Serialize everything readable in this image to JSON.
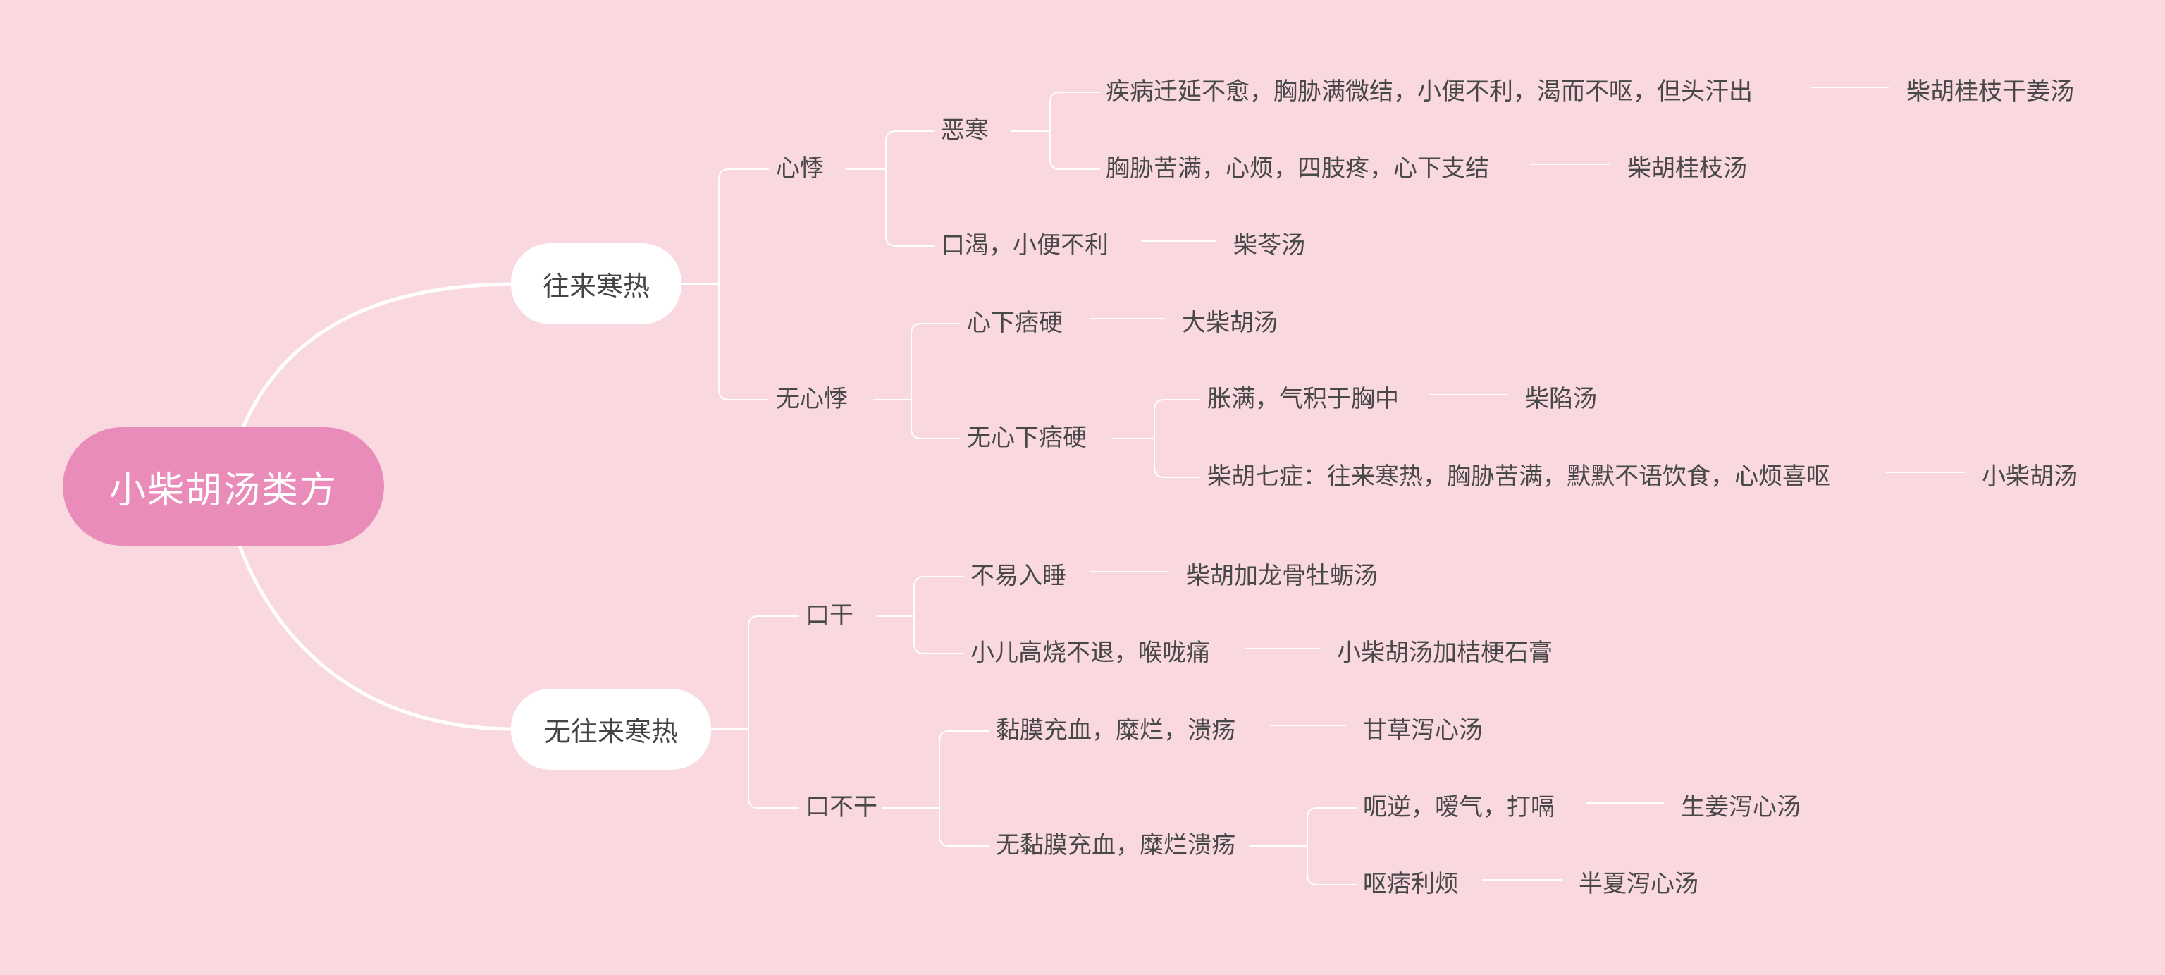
{
  "colors": {
    "background": "#f9d8e0",
    "root_fill": "#ea8cba",
    "branch_fill": "#ffffff",
    "connector": "#ffffff",
    "text": "#484848"
  },
  "mindmap": {
    "root": "小柴胡汤类方",
    "branches": [
      {
        "label": "往来寒热",
        "children": [
          {
            "label": "心悸",
            "children": [
              {
                "label": "恶寒",
                "children": [
                  {
                    "label": "疾病迁延不愈，胸胁满微结，小便不利，渴而不呕，但头汗出",
                    "result": "柴胡桂枝干姜汤"
                  },
                  {
                    "label": "胸胁苦满，心烦，四肢疼，心下支结",
                    "result": "柴胡桂枝汤"
                  }
                ]
              },
              {
                "label": "口渴，小便不利",
                "result": "柴苓汤"
              }
            ]
          },
          {
            "label": "无心悸",
            "children": [
              {
                "label": "心下痞硬",
                "result": "大柴胡汤"
              },
              {
                "label": "无心下痞硬",
                "children": [
                  {
                    "label": "胀满，气积于胸中",
                    "result": "柴陷汤"
                  },
                  {
                    "label": "柴胡七症：往来寒热，胸胁苦满，默默不语饮食，心烦喜呕",
                    "result": "小柴胡汤"
                  }
                ]
              }
            ]
          }
        ]
      },
      {
        "label": "无往来寒热",
        "children": [
          {
            "label": "口干",
            "children": [
              {
                "label": "不易入睡",
                "result": "柴胡加龙骨牡蛎汤"
              },
              {
                "label": "小儿高烧不退，喉咙痛",
                "result": "小柴胡汤加桔梗石膏"
              }
            ]
          },
          {
            "label": "口不干",
            "children": [
              {
                "label": "黏膜充血，糜烂，溃疡",
                "result": "甘草泻心汤"
              },
              {
                "label": "无黏膜充血，糜烂溃疡",
                "children": [
                  {
                    "label": "呃逆，嗳气，打嗝",
                    "result": "生姜泻心汤"
                  },
                  {
                    "label": "呕痞利烦",
                    "result": "半夏泻心汤"
                  }
                ]
              }
            ]
          }
        ]
      }
    ]
  }
}
